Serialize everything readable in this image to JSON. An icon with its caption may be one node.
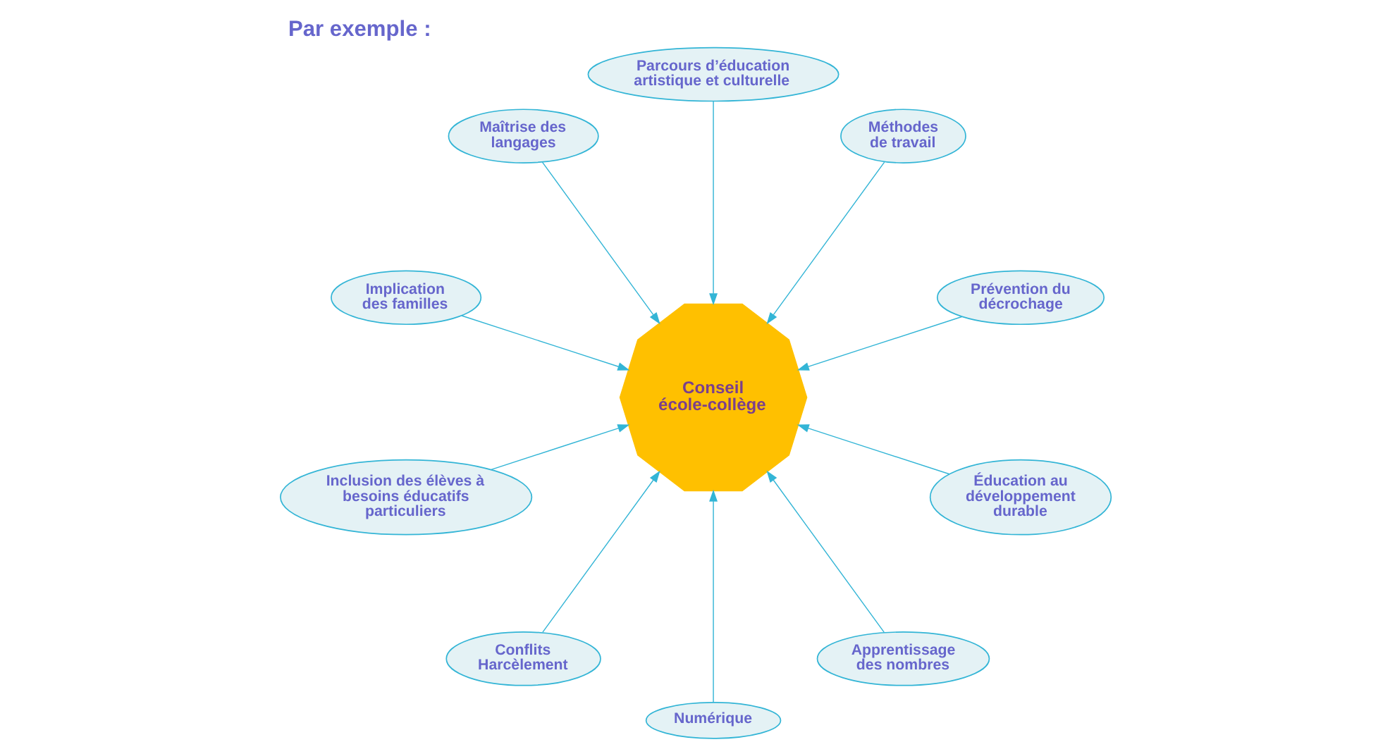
{
  "diagram": {
    "title": "Par exemple :",
    "nodes": [
      {
        "text": [
          "Conseil école-collège"
        ]
      },
      {
        "text": [
          "Parcours d’éducation artistique et culturelle"
        ]
      },
      {
        "text": [
          "Maîtrise des langages"
        ]
      },
      {
        "text": [
          "Méthodes de travail"
        ]
      },
      {
        "text": [
          "Implication des familles"
        ]
      },
      {
        "text": [
          "Prévention du décrochage"
        ]
      },
      {
        "text": [
          "Inclusion des élèves à besoins éducatifs particuliers"
        ]
      },
      {
        "text": [
          "Éducation au développement durable"
        ]
      },
      {
        "text": [
          "Conflits Harcèlement"
        ]
      },
      {
        "text": [
          "Apprentissage des nombres"
        ]
      },
      {
        "text": [
          "Numérique"
        ]
      }
    ],
    "edges": [
      {
        "from": 1,
        "to": 0,
        "arrow": "to"
      },
      {
        "from": 2,
        "to": 0,
        "arrow": "to"
      },
      {
        "from": 3,
        "to": 0,
        "arrow": "to"
      },
      {
        "from": 4,
        "to": 0,
        "arrow": "to"
      },
      {
        "from": 5,
        "to": 0,
        "arrow": "to"
      },
      {
        "from": 6,
        "to": 0,
        "arrow": "to"
      },
      {
        "from": 7,
        "to": 0,
        "arrow": "to"
      },
      {
        "from": 8,
        "to": 0,
        "arrow": "to"
      },
      {
        "from": 9,
        "to": 0,
        "arrow": "to"
      },
      {
        "from": 10,
        "to": 0,
        "arrow": "to"
      }
    ]
  }
}
